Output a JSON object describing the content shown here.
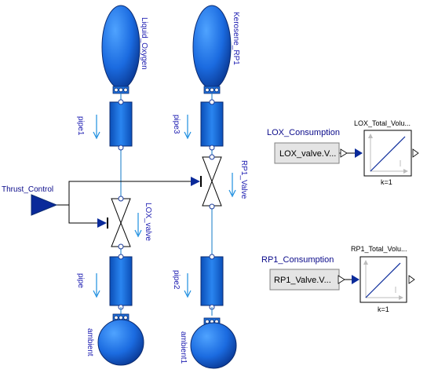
{
  "labels": {
    "liquid_oxygen": "Liquid_Oxygen",
    "kerosene": "Kerosene_RP1",
    "pipe1": "pipe1",
    "pipe3": "pipe3",
    "pipe": "pipe",
    "pipe2": "pipe2",
    "thrust_control": "Thrust_Control",
    "lox_valve": "LOX_valve",
    "rp1_valve": "RP1_Valve",
    "ambient": "ambient",
    "ambient1": "ambient1",
    "lox_consumption": "LOX_Consumption",
    "lox_total_volume": "LOX_Total_Volu...",
    "lox_k": "k=1",
    "rp1_consumption": "RP1_Consumption",
    "rp1_total_volume": "RP1_Total_Volu...",
    "rp1_k": "k=1"
  },
  "buttons": {
    "lox_valve_field": "LOX_valve.V...",
    "rp1_valve_field": "RP1_Valve.V..."
  },
  "colors": {
    "component_blue": "#1e6fd9",
    "line_blue": "#3a8fd0",
    "port_blue": "#1a3a9a",
    "connector_black": "#000000"
  }
}
